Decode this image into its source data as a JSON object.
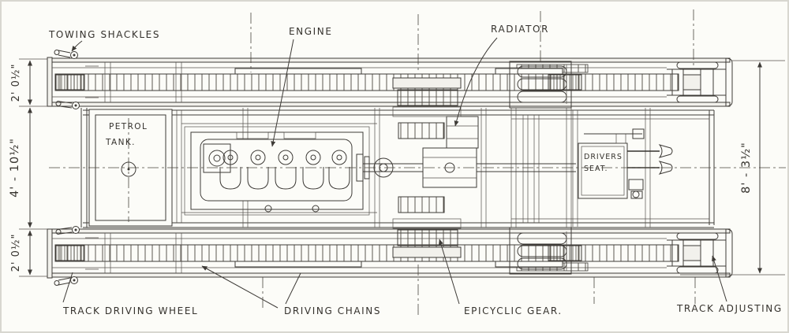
{
  "page": {
    "background": "#fcfcf8",
    "ink_color": "#3e3b37"
  },
  "drawing": {
    "type": "engineering-plan",
    "subject": "Tracked vehicle chassis, plan view",
    "callouts": {
      "towing_shackles": "TOWING SHACKLES",
      "engine": "ENGINE",
      "radiator": "RADIATOR",
      "petrol_tank": [
        "PETROL",
        "TANK."
      ],
      "drivers_seat": [
        "DRIVERS",
        "SEAT."
      ],
      "track_driving_wheel": "TRACK DRIVING WHEEL",
      "driving_chains": "DRIVING CHAINS",
      "epicyclic_gear": "EPICYCLIC GEAR.",
      "track_adjusting": "TRACK ADJUSTING"
    },
    "dimensions": {
      "top_track_width": "2' 0½\"",
      "track_gauge": "4' - 10½\"",
      "bottom_track_width": "2' 0½\"",
      "overall_width": "8' - 3½\""
    }
  }
}
